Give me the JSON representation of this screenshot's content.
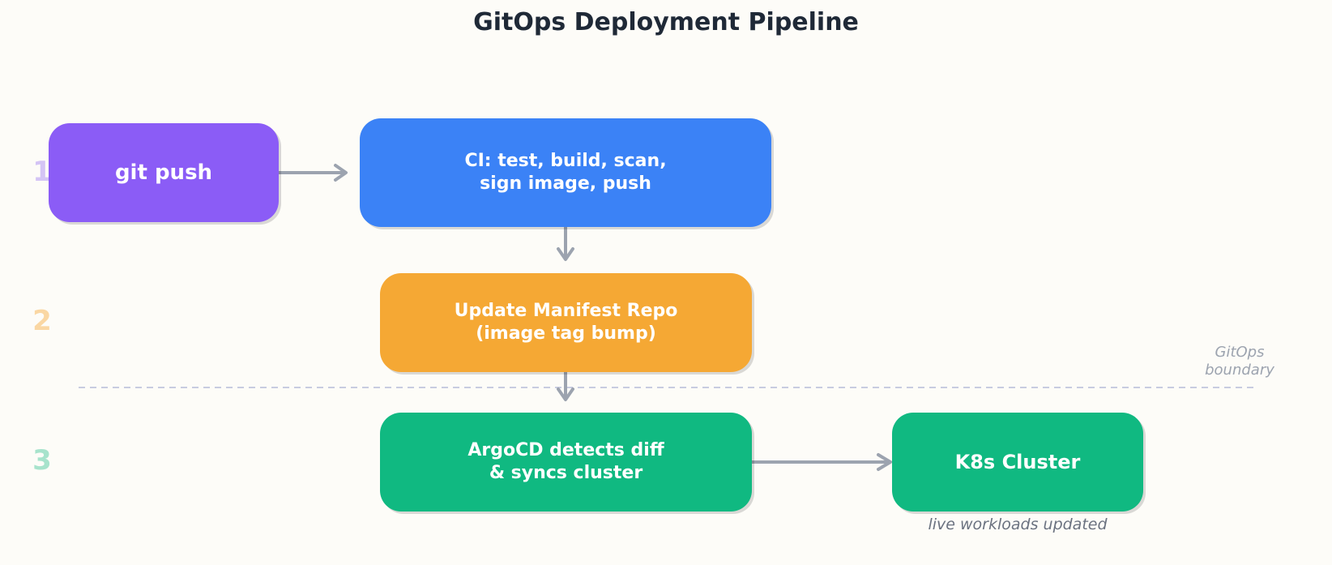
{
  "title": "GitOps Deployment Pipeline",
  "steps": [
    "1",
    "2",
    "3"
  ],
  "colors": {
    "push": "#8b5cf6",
    "ci": "#3b82f6",
    "manifest": "#f5a834",
    "argocd": "#10b981",
    "k8s": "#10b981",
    "arrow": "#9ca3af",
    "step1": "#d4c4f5",
    "step2": "#fad7a3",
    "step3": "#a7e3cc"
  },
  "nodes": {
    "push": "git push",
    "ci": "CI: test, build, scan,\nsign image, push",
    "manifest": "Update Manifest Repo\n(image tag bump)",
    "argocd": "ArgoCD detects diff\n& syncs cluster",
    "k8s": "K8s Cluster"
  },
  "boundary_label": "GitOps\nboundary",
  "k8s_caption": "live workloads updated"
}
